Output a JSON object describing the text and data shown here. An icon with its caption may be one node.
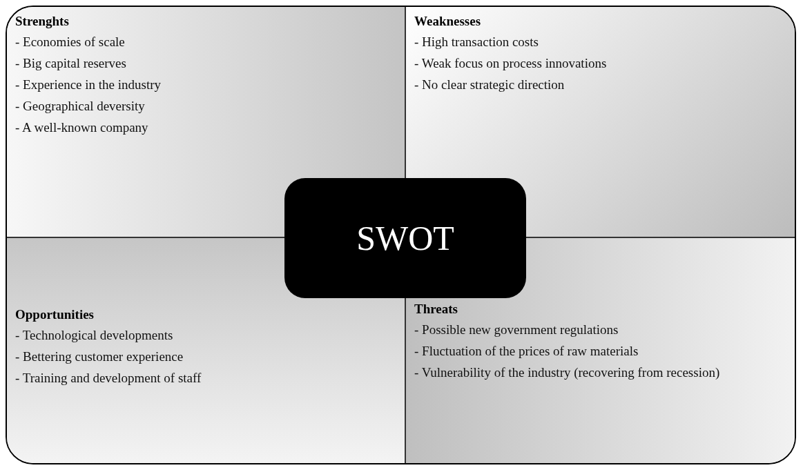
{
  "diagram": {
    "nodes": [
      {
        "text": [
          "Strenghts",
          "- Economies of scale",
          "- Big capital reserves",
          "- Experience in the industry",
          "- Geographical deversity",
          "- A well-known company"
        ]
      },
      {
        "text": [
          "Weaknesses",
          "- High transaction costs",
          "- Weak focus on process innovations",
          "- No clear strategic direction"
        ]
      },
      {
        "text": [
          "Opportunities",
          "- Technological developments",
          "- Bettering customer experience",
          "- Training and development of staff"
        ]
      },
      {
        "text": [
          "Threats",
          "- Possible new government regulations",
          "- Fluctuation of the prices of raw materials",
          "- Vulnerability of the industry (recovering from recession)"
        ]
      },
      {
        "text": [
          "SWOT"
        ]
      }
    ],
    "edges": []
  }
}
